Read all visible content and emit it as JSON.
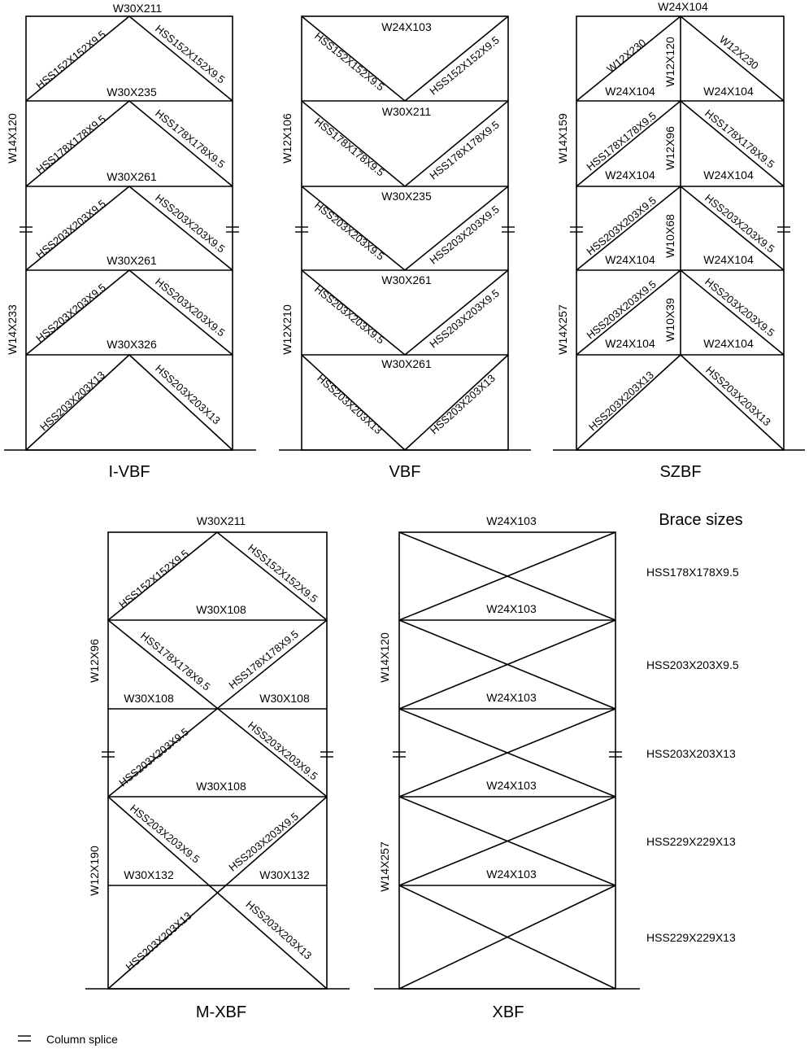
{
  "frames": {
    "ivbf": {
      "caption": "I-VBF",
      "beams": [
        "W30X211",
        "W30X235",
        "W30X261",
        "W30X261",
        "W30X326"
      ],
      "columns": [
        "W14X120",
        "W14X233"
      ],
      "braces_left": [
        "HSS152X152X9.5",
        "HSS178X178X9.5",
        "HSS203X203X9.5",
        "HSS203X203X9.5",
        "HSS203X203X13"
      ],
      "braces_right": [
        "HSS152X152X9.5",
        "HSS178X178X9.5",
        "HSS203X203X9.5",
        "HSS203X203X9.5",
        "HSS203X203X13"
      ]
    },
    "vbf": {
      "caption": "VBF",
      "beams": [
        "W24X103",
        "W30X211",
        "W30X235",
        "W30X261",
        "W30X261"
      ],
      "columns": [
        "W12X106",
        "W12X210"
      ],
      "braces_left": [
        "HSS152X152X9.5",
        "HSS178X178X9.5",
        "HSS203X203X9.5",
        "HSS203X203X9.5",
        "HSS203X203X13"
      ],
      "braces_right": [
        "HSS152X152X9.5",
        "HSS178X178X9.5",
        "HSS203X203X9.5",
        "HSS203X203X9.5",
        "HSS203X203X13"
      ]
    },
    "szbf": {
      "caption": "SZBF",
      "roof_beam": "W24X104",
      "beams_left": [
        "W24X104",
        "W24X104",
        "W24X104",
        "W24X104"
      ],
      "beams_right": [
        "W24X104",
        "W24X104",
        "W24X104",
        "W24X104"
      ],
      "zipper_columns": [
        "W12X120",
        "W12X96",
        "W10X68",
        "W10X39"
      ],
      "columns": [
        "W14X159",
        "W14X257"
      ],
      "top_braces": [
        "W12X230",
        "W12X230"
      ],
      "braces_left": [
        "HSS178X178X9.5",
        "HSS203X203X9.5",
        "HSS203X203X9.5",
        "HSS203X203X13"
      ],
      "braces_right": [
        "HSS178X178X9.5",
        "HSS203X203X9.5",
        "HSS203X203X9.5",
        "HSS203X203X13"
      ]
    },
    "mxbf": {
      "caption": "M-XBF",
      "roof_beam": "W30X211",
      "beams": {
        "level4": "W30X108",
        "level3_left": "W30X108",
        "level3_right": "W30X108",
        "level2": "W30X108",
        "level1_left": "W30X132",
        "level1_right": "W30X132"
      },
      "columns": [
        "W12X96",
        "W12X190"
      ],
      "braces": {
        "s5_left": "HSS152X152X9.5",
        "s5_right": "HSS152X152X9.5",
        "s4_left": "HSS178X178X9.5",
        "s4_right": "HSS178X178X9.5",
        "s3_left": "HSS203X203X9.5",
        "s3_right": "HSS203X203X9.5",
        "s2_left": "HSS203X203X9.5",
        "s2_right": "HSS203X203X9.5",
        "s1_left": "HSS203X203X13",
        "s1_right": "HSS203X203X13"
      }
    },
    "xbf": {
      "caption": "XBF",
      "beams": [
        "W24X103",
        "W24X103",
        "W24X103",
        "W24X103",
        "W24X103"
      ],
      "columns": [
        "W14X120",
        "W14X257"
      ]
    }
  },
  "brace_sizes": {
    "title": "Brace sizes",
    "items": [
      "HSS178X178X9.5",
      "HSS203X203X9.5",
      "HSS203X203X13",
      "HSS229X229X13",
      "HSS229X229X13"
    ]
  },
  "legend": {
    "label": "Column splice"
  }
}
